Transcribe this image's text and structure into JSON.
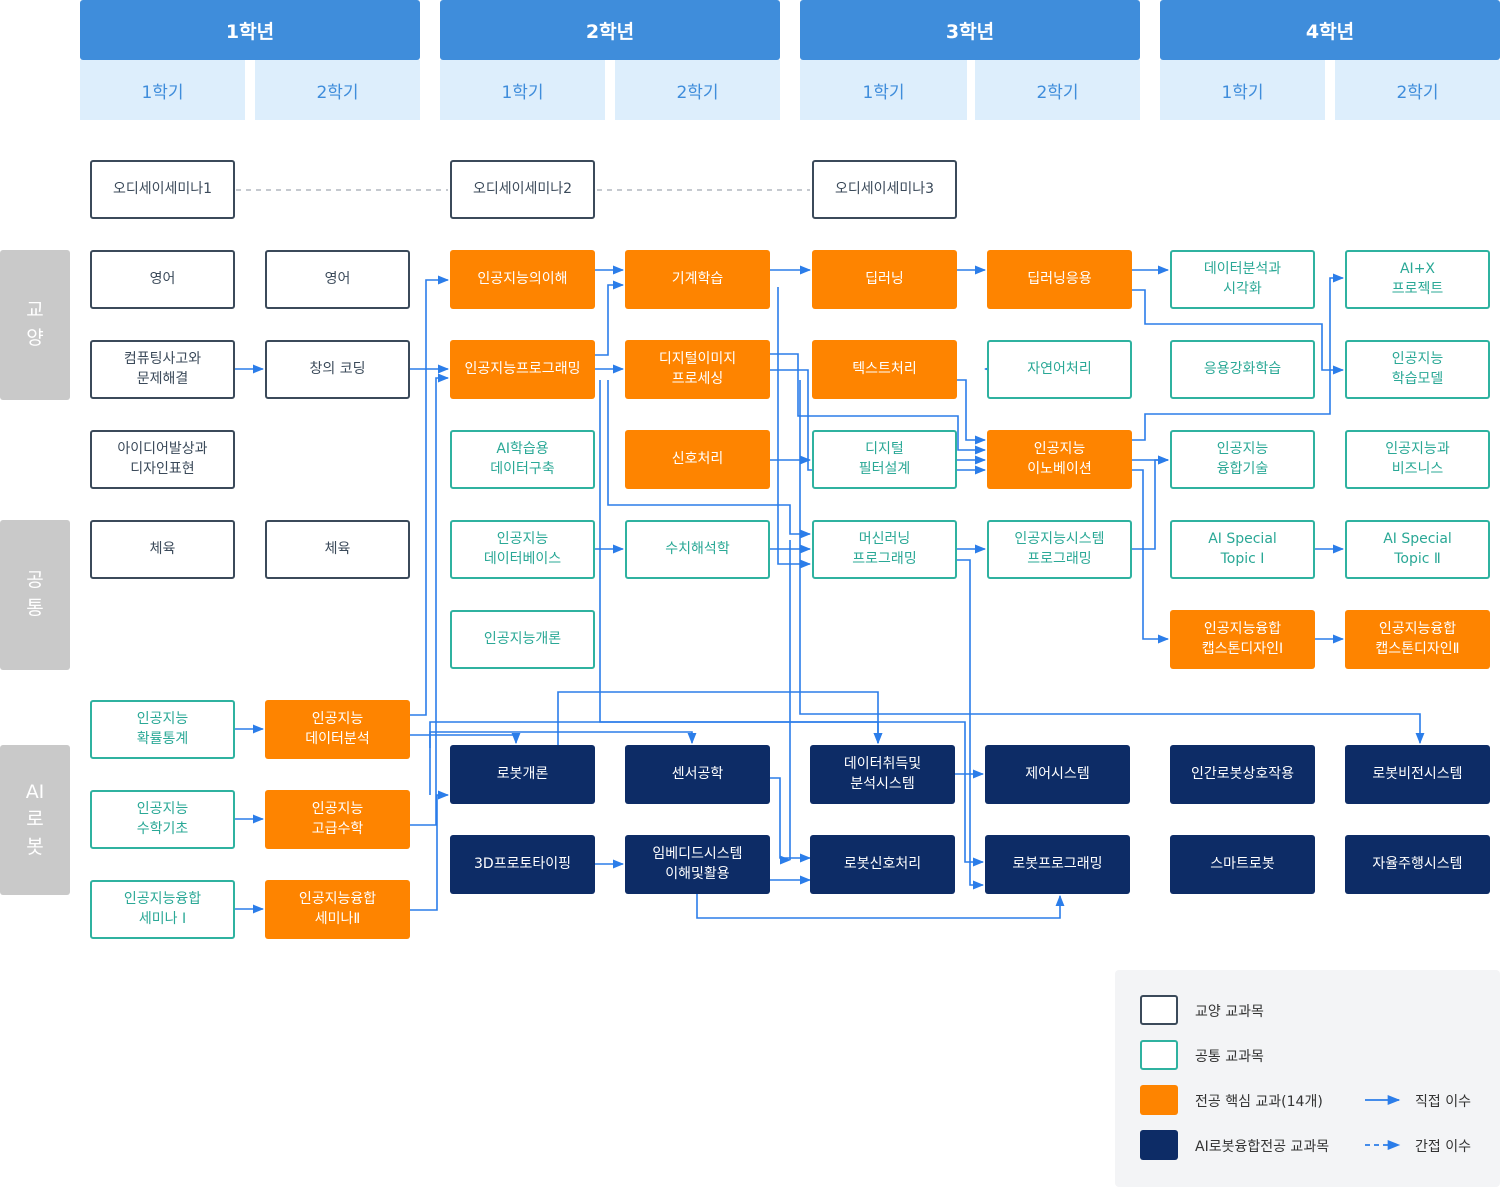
{
  "years": [
    "1학년",
    "2학년",
    "3학년",
    "4학년"
  ],
  "semesters": [
    "1학기",
    "2학기",
    "1학기",
    "2학기",
    "1학기",
    "2학기",
    "1학기",
    "2학기"
  ],
  "side_labels": {
    "liberal": "교\n양",
    "common": "공\n통",
    "ai_robot": "AI\n로\n봇"
  },
  "courses": {
    "seminar1": "오디세이세미나1",
    "seminar2": "오디세이세미나2",
    "seminar3": "오디세이세미나3",
    "english1": "영어",
    "english2": "영어",
    "comp_thinking": "컴퓨팅사고와\n문제해결",
    "creative_coding": "창의 코딩",
    "idea_design": "아이디어발상과\n디자인표현",
    "pe1": "체육",
    "pe2": "체육",
    "ai_understanding": "인공지능의이해",
    "ai_programming": "인공지능프로그래밍",
    "ai_data_build": "AI학습용\n데이터구축",
    "ai_database": "인공지능\n데이터베이스",
    "ai_intro": "인공지능개론",
    "machine_learning": "기계학습",
    "digital_image": "디지털이미지\n프로세싱",
    "signal_processing": "신호처리",
    "numerical_analysis": "수치해석학",
    "deep_learning": "딥러닝",
    "text_processing": "텍스트처리",
    "digital_filter": "디지털\n필터설계",
    "ml_programming": "머신러닝\n프로그래밍",
    "dl_application": "딥러닝응용",
    "nlp": "자연어처리",
    "ai_innovation": "인공지능\n이노베이션",
    "ai_system_programming": "인공지능시스템\n프로그래밍",
    "data_analysis_vis": "데이터분석과\n시각화",
    "applied_rl": "응용강화학습",
    "ai_convergence_tech": "인공지능\n융합기술",
    "ai_special_1": "AI Special\nTopic Ⅰ",
    "capstone_1": "인공지능융합\n캡스톤디자인Ⅰ",
    "ai_x_project": "AI+X\n프로젝트",
    "ai_learning_model": "인공지능\n학습모델",
    "ai_business": "인공지능과\n비즈니스",
    "ai_special_2": "AI Special\nTopic Ⅱ",
    "capstone_2": "인공지능융합\n캡스톤디자인Ⅱ",
    "ai_probability": "인공지능\n확률통계",
    "ai_math_basic": "인공지능\n수학기초",
    "ai_seminar_1": "인공지능융합\n세미나 Ⅰ",
    "ai_data_analysis": "인공지능\n데이터분석",
    "ai_advanced_math": "인공지능\n고급수학",
    "ai_seminar_2": "인공지능융합\n세미나Ⅱ",
    "robot_intro": "로봇개론",
    "prototyping_3d": "3D프로토타이핑",
    "sensor_eng": "센서공학",
    "embedded": "임베디드시스템\n이해및활용",
    "data_acq": "데이터취득및\n분석시스템",
    "robot_signal": "로봇신호처리",
    "control_system": "제어시스템",
    "robot_programming": "로봇프로그래밍",
    "hri": "인간로봇상호작용",
    "smart_robot": "스마트로봇",
    "robot_vision": "로봇비전시스템",
    "autonomous": "자율주행시스템"
  },
  "legend": {
    "liberal": "교양 교과목",
    "common": "공통 교과목",
    "core": "전공 핵심 교과(14개)",
    "ai_robot": "AI로봇융합전공 교과목",
    "direct": "직접 이수",
    "indirect": "간접 이수"
  },
  "colors": {
    "header_blue": "#3f8ddb",
    "semester_bg": "#ddeefc",
    "liberal_border": "#3b4a5a",
    "common_border": "#2fb2a0",
    "core": "#fe8400",
    "ai_robot": "#0d2c66",
    "arrow": "#2b7de9"
  }
}
